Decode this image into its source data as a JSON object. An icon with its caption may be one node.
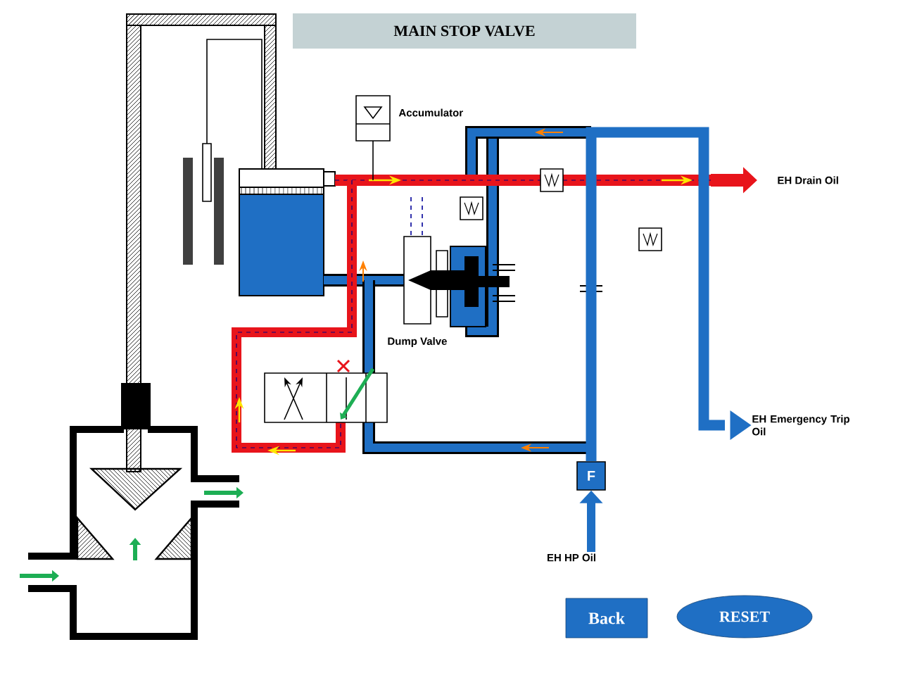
{
  "diagram": {
    "title": "MAIN STOP VALVE",
    "nodes": [
      {
        "text": [
          "F"
        ]
      },
      {
        "text": [
          "EH HP Oil"
        ]
      },
      {
        "text": [
          "EH Emergency Trip Oil"
        ]
      },
      {
        "text": [
          "Back"
        ]
      },
      {
        "text": [
          "RESET"
        ]
      }
    ],
    "edges": [
      {
        "from": 1,
        "to": 0,
        "arrow": "to"
      },
      {
        "from": 0,
        "to": 2,
        "arrow": "to"
      }
    ],
    "labels": [
      "Accumulator",
      "EH Drain Oil",
      "Dump Valve"
    ]
  }
}
